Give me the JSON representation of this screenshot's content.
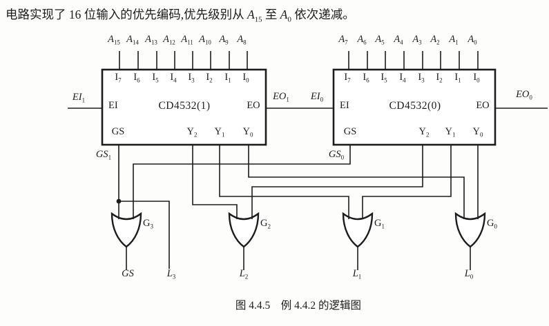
{
  "title_segments": [
    {
      "b": "电路实现了 16 位输入的优先编码,优先级别从 "
    },
    {
      "b": "A",
      "s": "15",
      "i": true
    },
    {
      "b": " 至 "
    },
    {
      "b": "A",
      "s": "0",
      "i": true
    },
    {
      "b": " 依次递减。"
    }
  ],
  "figure_caption": "图 4.4.5　例 4.4.2 的逻辑图",
  "colors": {
    "ink": "#1c1c1c",
    "paper": "#fdfdfc"
  },
  "chips": [
    {
      "name": "CD4532(1)",
      "top_signals": [
        {
          "b": "A",
          "s": "15",
          "i": true
        },
        {
          "b": "A",
          "s": "14",
          "i": true
        },
        {
          "b": "A",
          "s": "13",
          "i": true
        },
        {
          "b": "A",
          "s": "12",
          "i": true
        },
        {
          "b": "A",
          "s": "11",
          "i": true
        },
        {
          "b": "A",
          "s": "10",
          "i": true
        },
        {
          "b": "A",
          "s": "9",
          "i": true
        },
        {
          "b": "A",
          "s": "8",
          "i": true
        }
      ],
      "top_pins": [
        {
          "b": "I",
          "s": "7"
        },
        {
          "b": "I",
          "s": "6"
        },
        {
          "b": "I",
          "s": "5"
        },
        {
          "b": "I",
          "s": "4"
        },
        {
          "b": "I",
          "s": "3"
        },
        {
          "b": "I",
          "s": "2"
        },
        {
          "b": "I",
          "s": "1"
        },
        {
          "b": "I",
          "s": "0"
        }
      ],
      "left_pin": {
        "b": "EI"
      },
      "right_pin": {
        "b": "EO"
      },
      "bottom_pins": [
        {
          "b": "GS"
        },
        {
          "b": "Y",
          "s": "2"
        },
        {
          "b": "Y",
          "s": "1"
        },
        {
          "b": "Y",
          "s": "0"
        }
      ],
      "left_signal": {
        "b": "EI",
        "s": "1",
        "i": true
      },
      "right_signal": {
        "b": "EO",
        "s": "1",
        "i": true
      },
      "gs_signal": {
        "b": "GS",
        "s": "1",
        "i": true
      }
    },
    {
      "name": "CD4532(0)",
      "top_signals": [
        {
          "b": "A",
          "s": "7",
          "i": true
        },
        {
          "b": "A",
          "s": "6",
          "i": true
        },
        {
          "b": "A",
          "s": "5",
          "i": true
        },
        {
          "b": "A",
          "s": "4",
          "i": true
        },
        {
          "b": "A",
          "s": "3",
          "i": true
        },
        {
          "b": "A",
          "s": "2",
          "i": true
        },
        {
          "b": "A",
          "s": "1",
          "i": true
        },
        {
          "b": "A",
          "s": "0",
          "i": true
        }
      ],
      "top_pins": [
        {
          "b": "I",
          "s": "7"
        },
        {
          "b": "I",
          "s": "6"
        },
        {
          "b": "I",
          "s": "5"
        },
        {
          "b": "I",
          "s": "4"
        },
        {
          "b": "I",
          "s": "3"
        },
        {
          "b": "I",
          "s": "2"
        },
        {
          "b": "I",
          "s": "1"
        },
        {
          "b": "I",
          "s": "0"
        }
      ],
      "left_pin": {
        "b": "EI"
      },
      "right_pin": {
        "b": "EO"
      },
      "bottom_pins": [
        {
          "b": "GS"
        },
        {
          "b": "Y",
          "s": "2"
        },
        {
          "b": "Y",
          "s": "1"
        },
        {
          "b": "Y",
          "s": "0"
        }
      ],
      "left_signal": {
        "b": "EI",
        "s": "0",
        "i": true
      },
      "right_signal": {
        "b": "EO",
        "s": "0",
        "i": true
      },
      "gs_signal": {
        "b": "GS",
        "s": "0",
        "i": true
      }
    }
  ],
  "gates": [
    {
      "label": {
        "b": "G",
        "s": "3"
      },
      "output": {
        "b": "GS",
        "i": true
      }
    },
    {
      "label": {
        "b": "G",
        "s": "2"
      },
      "output": {
        "b": "L",
        "s": "2",
        "i": true
      }
    },
    {
      "label": {
        "b": "G",
        "s": "1"
      },
      "output": {
        "b": "L",
        "s": "1",
        "i": true
      }
    },
    {
      "label": {
        "b": "G",
        "s": "0"
      },
      "output": {
        "b": "L",
        "s": "0",
        "i": true
      }
    }
  ],
  "tap_output": {
    "b": "L",
    "s": "3",
    "i": true
  }
}
